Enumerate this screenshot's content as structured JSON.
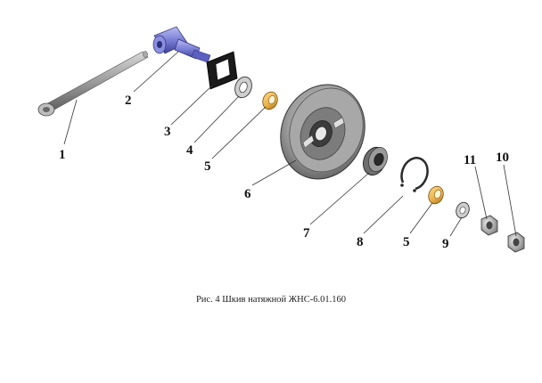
{
  "figure": {
    "caption": "Рис. 4 Шкив натяжной ЖНС-6.01.160",
    "callouts": [
      {
        "id": "c1",
        "text": "1"
      },
      {
        "id": "c2",
        "text": "2"
      },
      {
        "id": "c3",
        "text": "3"
      },
      {
        "id": "c4",
        "text": "4"
      },
      {
        "id": "c5a",
        "text": "5"
      },
      {
        "id": "c6",
        "text": "6"
      },
      {
        "id": "c7",
        "text": "7"
      },
      {
        "id": "c8",
        "text": "8"
      },
      {
        "id": "c5b",
        "text": "5"
      },
      {
        "id": "c9",
        "text": "9"
      },
      {
        "id": "c11",
        "text": "11"
      },
      {
        "id": "c10",
        "text": "10"
      }
    ]
  },
  "colors": {
    "axle": "#9a9a9a",
    "shaft": "#7b7fd6",
    "plate": "#1a1a1a",
    "bushing": "#e9b24a",
    "pulley": "#8c8c8c",
    "bearing": "#6e6e6e",
    "ring": "#2a2a2a",
    "nut": "#b5b5b5"
  }
}
